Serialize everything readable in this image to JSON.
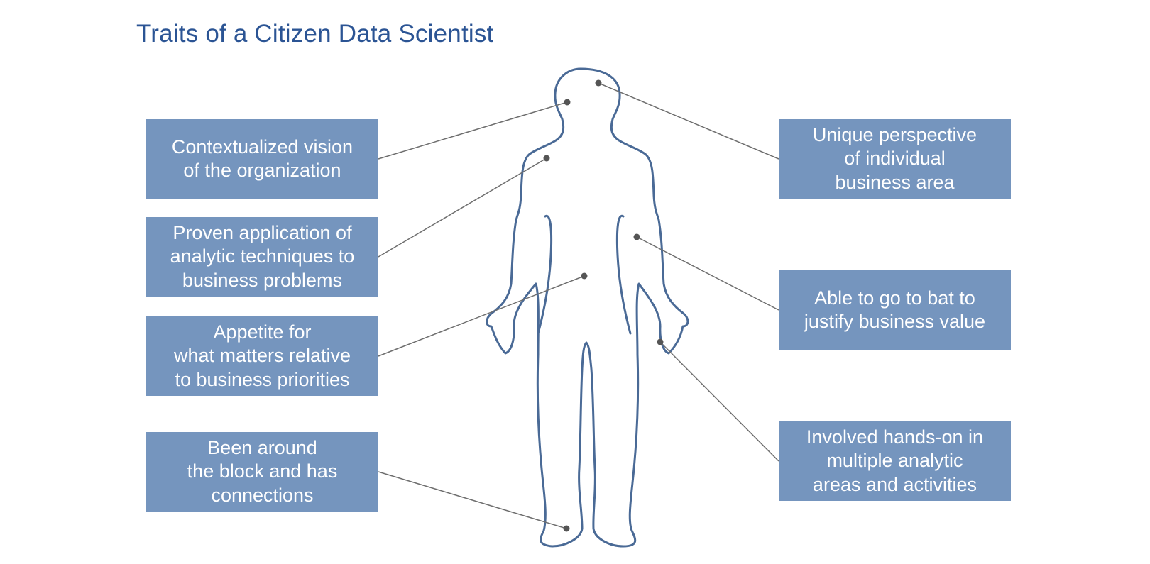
{
  "title": "Traits of a Citizen Data Scientist",
  "colors": {
    "title": "#2b5494",
    "box_fill": "#7595be",
    "box_text": "#ffffff",
    "figure_outline": "#4a6a96",
    "leader_line": "#6e6e6e",
    "dot": "#555555"
  },
  "figure": {
    "icon": "human-silhouette-outline-icon"
  },
  "traits_left": [
    {
      "text": "Contextualized vision\nof the organization"
    },
    {
      "text": "Proven application of\nanalytic techniques to\nbusiness problems"
    },
    {
      "text": "Appetite for\nwhat matters relative\nto business priorities"
    },
    {
      "text": "Been around\nthe block and has\nconnections"
    }
  ],
  "traits_right": [
    {
      "text": "Unique perspective\nof individual\nbusiness area"
    },
    {
      "text": "Able to go to bat to\njustify business value"
    },
    {
      "text": "Involved hands-on in\nmultiple analytic\nareas and activities"
    }
  ]
}
